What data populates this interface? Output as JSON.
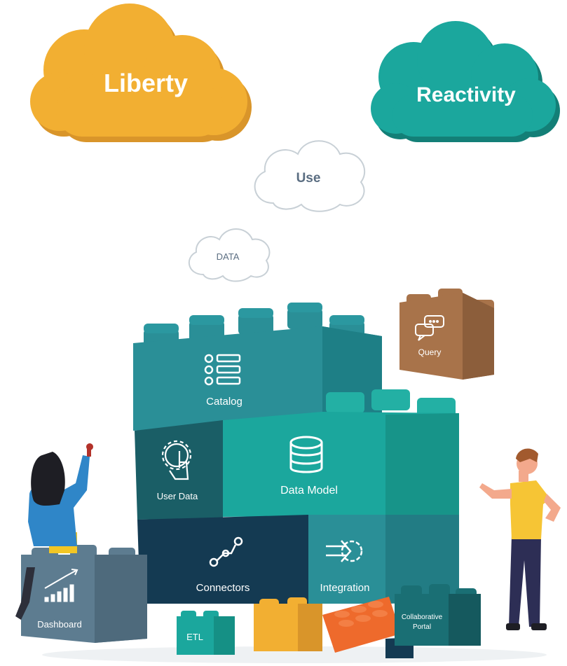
{
  "clouds": {
    "liberty": "Liberty",
    "reactivity": "Reactivity",
    "use": "Use",
    "data": "DATA"
  },
  "blocks": {
    "catalog": "Catalog",
    "user_data": "User Data",
    "data_model": "Data Model",
    "connectors": "Connectors",
    "integration": "Integration",
    "query": "Query",
    "dashboard": "Dashboard",
    "etl": "ETL",
    "collaborative_portal_line1": "Collaborative",
    "collaborative_portal_line2": "Portal"
  },
  "colors": {
    "orange": "#F2AF32",
    "teal": "#1BA79D",
    "teal_dark": "#1A6F74",
    "teal_mid": "#2A8F97",
    "navy": "#143A52",
    "brown": "#A8734A",
    "slate": "#5D7C90",
    "red_orange": "#EE6A2C"
  }
}
